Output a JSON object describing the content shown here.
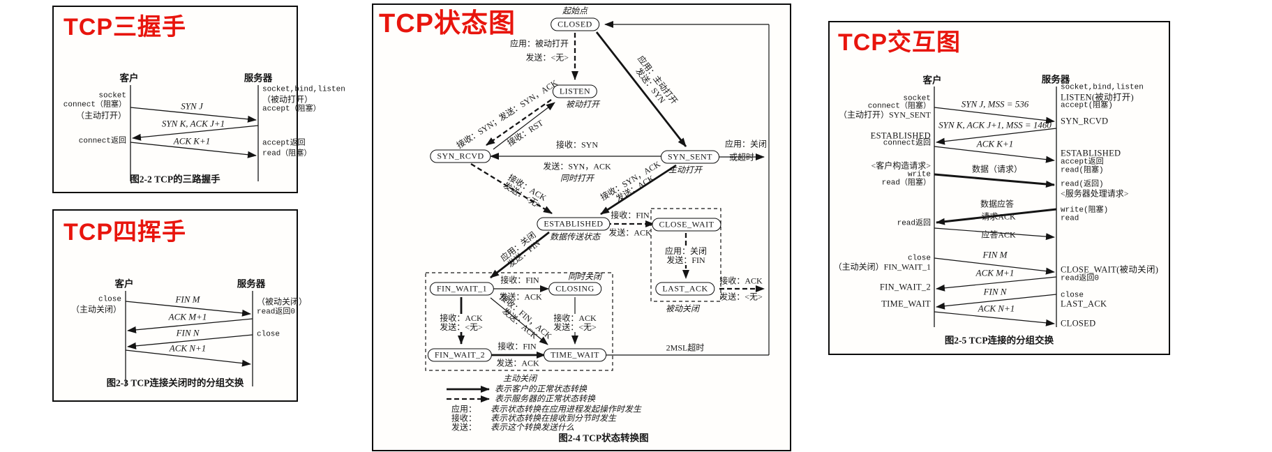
{
  "handshake": {
    "title": "TCP三握手",
    "caption": "图2-2  TCP的三路握手",
    "client_header": "客户",
    "server_header": "服务器",
    "client_labels": [
      "socket",
      "connect（阻塞）",
      "（主动打开）",
      "connect返回"
    ],
    "server_labels": [
      "socket,bind,listen",
      "（被动打开）",
      "accept（阻塞）",
      "accept返回",
      "read（阻塞）"
    ],
    "messages": [
      "SYN J",
      "SYN K, ACK J+1",
      "ACK K+1"
    ]
  },
  "wave": {
    "title": "TCP四挥手",
    "caption": "图2-3  TCP连接关闭时的分组交换",
    "client_header": "客户",
    "server_header": "服务器",
    "client_labels": [
      "close",
      "（主动关闭）"
    ],
    "server_labels": [
      "（被动关闭）",
      "read返回0",
      "close"
    ],
    "messages": [
      "FIN M",
      "ACK M+1",
      "FIN N",
      "ACK N+1"
    ]
  },
  "state": {
    "title": "TCP状态图",
    "caption": "图2-4  TCP状态转换图",
    "start": "起始点",
    "nodes": {
      "closed": "CLOSED",
      "listen": "LISTEN",
      "syn_rcvd": "SYN_RCVD",
      "syn_sent": "SYN_SENT",
      "established": "ESTABLISHED",
      "close_wait": "CLOSE_WAIT",
      "last_ack": "LAST_ACK",
      "fin_wait_1": "FIN_WAIT_1",
      "closing": "CLOSING",
      "fin_wait_2": "FIN_WAIT_2",
      "time_wait": "TIME_WAIT"
    },
    "notes": {
      "listen": "被动打开",
      "syn_sent": "主动打开",
      "established": "数据传送状态",
      "simultaneous_open": "同时打开",
      "closing": "同时关闭",
      "passive_close": "被动关闭",
      "active_close": "主动关闭"
    },
    "edges": {
      "closed_listen": [
        "应用：被动打开",
        "发送：<无>"
      ],
      "closed_synsent": [
        "应用：主动打开",
        "发送：SYN"
      ],
      "listen_synrcvd": "接收：SYN；发送：SYN，ACK",
      "synrcvd_listen": "接收：RST",
      "synsent_synrcvd": [
        "接收：SYN",
        "发送：SYN，ACK"
      ],
      "synrcvd_established": [
        "接收：ACK",
        "发送：<无>"
      ],
      "synsent_established": [
        "接收：SYN，ACK",
        "发送：ACK"
      ],
      "synsent_closed": [
        "应用：关闭",
        "或超时"
      ],
      "established_closewait": [
        "接收：FIN",
        "发送：ACK"
      ],
      "closewait_lastack": [
        "应用：关闭",
        "发送：FIN"
      ],
      "lastack_closed": [
        "接收：ACK",
        "发送：<无>"
      ],
      "established_finwait1": [
        "应用：关闭",
        "发送：FIN"
      ],
      "finwait1_closing": [
        "接收：FIN",
        "发送：ACK"
      ],
      "finwait1_finwait2": [
        "接收：ACK",
        "发送：<无>"
      ],
      "finwait1_timewait": [
        "接收：FIN，ACK",
        "发送：ACK"
      ],
      "closing_timewait": [
        "接收：ACK",
        "发送：<无>"
      ],
      "finwait2_timewait": [
        "接收：FIN",
        "发送：ACK"
      ],
      "timewait_closed": "2MSL超时"
    },
    "legend": {
      "solid": "表示客户的正常状态转换",
      "dashed": "表示服务器的正常状态转换",
      "rows": [
        {
          "k": "应用：",
          "v": "表示状态转换在应用进程发起操作时发生"
        },
        {
          "k": "接收：",
          "v": "表示状态转换在接收到分节时发生"
        },
        {
          "k": "发送：",
          "v": "表示这个转换发送什么"
        }
      ]
    }
  },
  "exchange": {
    "title": "TCP交互图",
    "caption": "图2-5  TCP连接的分组交换",
    "client_header": "客户",
    "server_header": "服务器",
    "client_labels": [
      "socket",
      "connect（阻塞）",
      "（主动打开）SYN_SENT",
      "ESTABLISHED",
      "connect返回",
      "<客户构造请求>",
      "write",
      "read（阻塞）",
      "read返回",
      "close",
      "（主动关闭）FIN_WAIT_1",
      "FIN_WAIT_2",
      "TIME_WAIT"
    ],
    "server_labels": [
      "socket,bind,listen",
      "LISTEN(被动打开)",
      "accept(阻塞)",
      "SYN_RCVD",
      "ESTABLISHED",
      "accept返回",
      "read(阻塞)",
      "read(返回)",
      "<服务器处理请求>",
      "write(阻塞)",
      "read",
      "CLOSE_WAIT(被动关闭)",
      "read返回0",
      "close",
      "LAST_ACK",
      "CLOSED"
    ],
    "messages": [
      "SYN J, MSS = 536",
      "SYN K, ACK J+1, MSS = 1460",
      "ACK K+1",
      "数据（请求）",
      "数据应答",
      "请求ACK",
      "应答ACK",
      "FIN M",
      "ACK M+1",
      "FIN N",
      "ACK N+1"
    ]
  }
}
